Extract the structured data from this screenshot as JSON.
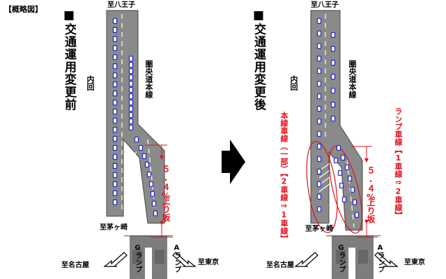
{
  "header_label": "【概略図】",
  "before": {
    "title": "■交通運用変更前",
    "top_dest": "至八王子",
    "inner": "内回",
    "main_line": "圏央道本線",
    "grade_num": "５.４%",
    "grade_text": "上り坂",
    "kayasaki": "至茅ヶ崎",
    "g_ramp": "Gランプ",
    "a_ramp": "Aランプ",
    "nagoya": "至名古屋",
    "tokyo": "至東京"
  },
  "after": {
    "title": "■交通運用変更後",
    "top_dest": "至八王子",
    "inner": "内回",
    "main_line": "圏央道本線",
    "main_lane_change": "本線車線（一部）【2車線⇒1車線】",
    "ramp_lane_change": "ランプ車線【1車線⇒2車線】",
    "grade_num": "５.４%",
    "grade_text": "上り坂",
    "kayasaki": "至茅ヶ崎",
    "g_ramp": "Gランプ",
    "a_ramp": "Aランプ",
    "nagoya": "至名古屋",
    "tokyo": "至東京"
  },
  "colors": {
    "road": "#8a8a8a",
    "road_dark": "#6e6e6e",
    "lane_mark": "#ffffff",
    "car": "#2a2ac8",
    "annotation": "#e0141e",
    "text": "#000000"
  }
}
